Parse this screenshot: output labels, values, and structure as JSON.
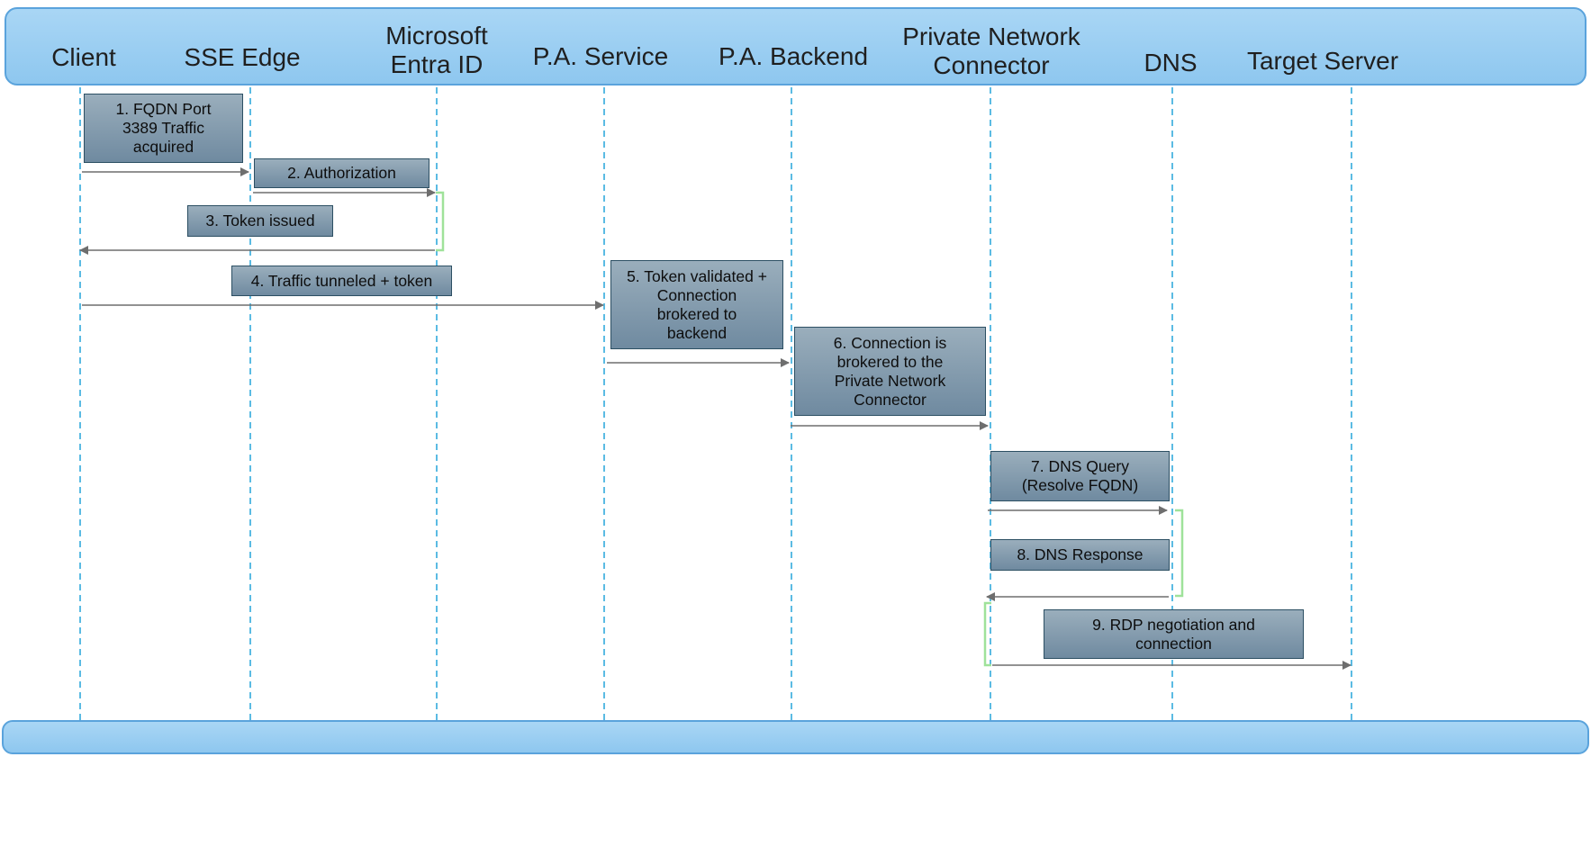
{
  "lifelines": [
    {
      "id": "client",
      "label": "Client"
    },
    {
      "id": "sse-edge",
      "label": "SSE Edge"
    },
    {
      "id": "entra",
      "label": "Microsoft\nEntra ID"
    },
    {
      "id": "pa-service",
      "label": "P.A. Service"
    },
    {
      "id": "pa-backend",
      "label": "P.A. Backend"
    },
    {
      "id": "pnc",
      "label": "Private Network\nConnector"
    },
    {
      "id": "dns",
      "label": "DNS"
    },
    {
      "id": "target",
      "label": "Target Server"
    }
  ],
  "steps": [
    {
      "label": "1. FQDN Port\n3389 Traffic\nacquired",
      "from": "client",
      "to": "sse-edge"
    },
    {
      "label": "2. Authorization",
      "from": "sse-edge",
      "to": "entra"
    },
    {
      "label": "3. Token issued",
      "from": "entra",
      "to": "client"
    },
    {
      "label": "4. Traffic tunneled + token",
      "from": "client",
      "to": "pa-service"
    },
    {
      "label": "5. Token validated +\nConnection\nbrokered to\nbackend",
      "from": "pa-service",
      "to": "pa-backend"
    },
    {
      "label": "6. Connection is\nbrokered to the\nPrivate Network\nConnector",
      "from": "pa-backend",
      "to": "pnc"
    },
    {
      "label": "7. DNS Query\n(Resolve FQDN)",
      "from": "pnc",
      "to": "dns"
    },
    {
      "label": "8. DNS Response",
      "from": "dns",
      "to": "pnc"
    },
    {
      "label": "9. RDP negotiation and\nconnection",
      "from": "pnc",
      "to": "target"
    }
  ],
  "colors": {
    "lifeline": "#5bbbe3",
    "arrow": "#6e6e6e",
    "bracket": "#9fe29a",
    "header_band": "#8ec7ef",
    "step_box": "#7f97aa"
  }
}
